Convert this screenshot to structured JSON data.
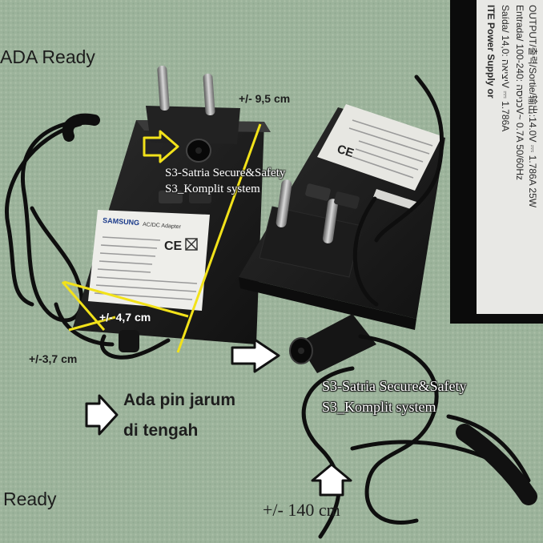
{
  "overlays": {
    "ready_top": "ADA Ready",
    "ready_bottom": "Ready",
    "length_label": "+/- 9,5 cm",
    "width_label": "+/- 4,7 cm",
    "height_label": "+/-3,7 cm",
    "pin_note_line1": "Ada pin jarum",
    "pin_note_line2": "di tengah",
    "cable_length": "+/- 140 cm"
  },
  "watermarks": [
    {
      "line1": "S3-Satria Secure&Safety",
      "line2": "S3_Komplit system"
    },
    {
      "line1": "S3-Satria Secure&Safety",
      "line2": "S3_Komplit system"
    }
  ],
  "label_inset": {
    "line1": "OUTPUT/출력/Sortie/输出:14.0V ⎓ 1.786A 25W",
    "line2": "Entrada/ כניסה :100-240V~ 0.7A 50/60Hz",
    "line3": "Saída/ יציאה :14,0V ⎓ 1.786A",
    "line4": "ITE Power Supply or"
  },
  "adapter_labels": {
    "brand": "SAMSUNG",
    "title": "AC/DC Adapter",
    "ce_mark": "CE"
  },
  "colors": {
    "towel": "#9bb39a",
    "adapter_body": "#1b1b1b",
    "measure_line": "#f2e21a",
    "label_white": "#eeeeea"
  }
}
